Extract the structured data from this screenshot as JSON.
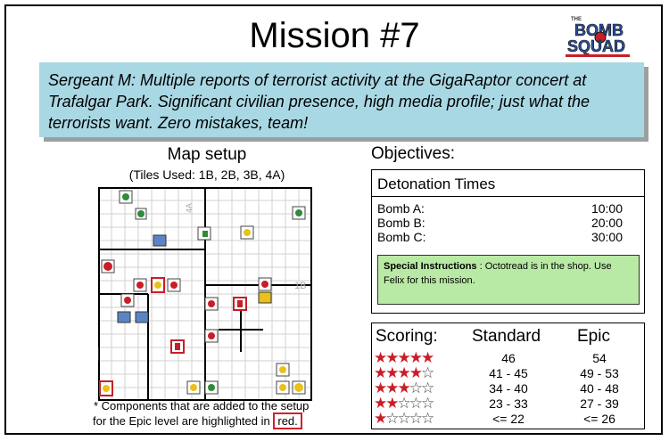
{
  "title": "Mission #7",
  "story": "Sergeant M: Multiple reports of terrorist activity at the GigaRaptor concert at Trafalgar Park. Significant civilian presence, high media profile; just what the terrorists want. Zero mistakes, team!",
  "logo": {
    "top": "THE",
    "word1": "BOMB",
    "word2": "SQUAD"
  },
  "map": {
    "heading": "Map setup",
    "tiles_used": "(Tiles Used: 1B, 2B, 3B, 4A)",
    "tile_labels": [
      "4A",
      "1B"
    ],
    "note_line1": "* Components that are added to the setup",
    "note_line2": "for the Epic level are highlighted in",
    "note_red": "red."
  },
  "objectives": {
    "heading": "Objectives:",
    "detonation_title": "Detonation Times",
    "bombs": [
      {
        "name": "Bomb A:",
        "time": "10:00"
      },
      {
        "name": "Bomb B:",
        "time": "20:00"
      },
      {
        "name": "Bomb C:",
        "time": "30:00"
      }
    ],
    "special_label": "Special Instructions",
    "special_text": ": Octotread is in the shop. Use Felix for this mission."
  },
  "scoring": {
    "heading": "Scoring:",
    "col_standard": "Standard",
    "col_epic": "Epic",
    "rows": [
      {
        "stars": 5,
        "standard": "46",
        "epic": "54"
      },
      {
        "stars": 4,
        "standard": "41 - 45",
        "epic": "49 - 53"
      },
      {
        "stars": 3,
        "standard": "34 - 40",
        "epic": "40 - 48"
      },
      {
        "stars": 2,
        "standard": "23 - 33",
        "epic": "27 - 39"
      },
      {
        "stars": 1,
        "standard": "<= 22",
        "epic": "<= 26"
      }
    ]
  },
  "colors": {
    "story_bg": "#a9d8e5",
    "special_bg": "#b9eaa5",
    "accent_red": "#c81e28"
  }
}
